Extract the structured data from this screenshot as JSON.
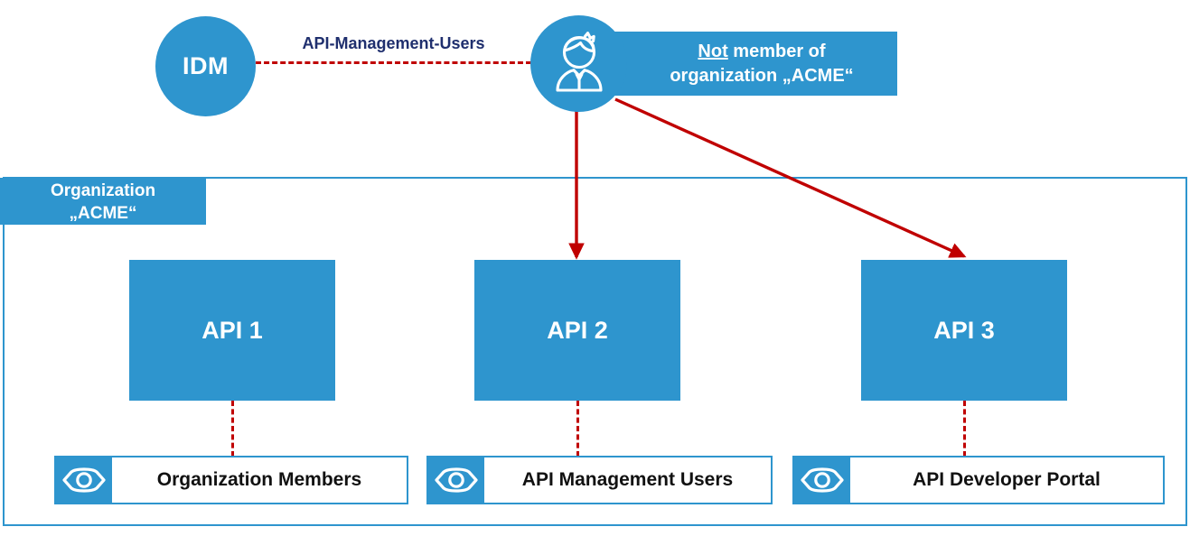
{
  "diagram": {
    "title_nodes": {
      "idm": {
        "label": "IDM",
        "icon": "circle-node-icon"
      },
      "user": {
        "icon": "person-user-icon"
      }
    },
    "callout": {
      "emphasis": "Not",
      "line1_rest": " member of",
      "line2": "organization „ACME“"
    },
    "idm_link": {
      "label": "API-Management-Users"
    },
    "organization": {
      "tab_line1": "Organization",
      "tab_line2": "„ACME“"
    },
    "apis": [
      {
        "label": "API 1"
      },
      {
        "label": "API 2"
      },
      {
        "label": "API 3"
      }
    ],
    "visibilities": [
      {
        "icon": "eye-icon",
        "label": "Organization Members"
      },
      {
        "icon": "eye-icon",
        "label": "API Management Users"
      },
      {
        "icon": "eye-icon",
        "label": "API Developer Portal"
      }
    ],
    "colors": {
      "brand_blue": "#2E95CE",
      "arrow_red": "#C00000",
      "label_navy": "#1F2F6E",
      "text_white": "#FFFFFF",
      "text_black": "#111111"
    }
  }
}
